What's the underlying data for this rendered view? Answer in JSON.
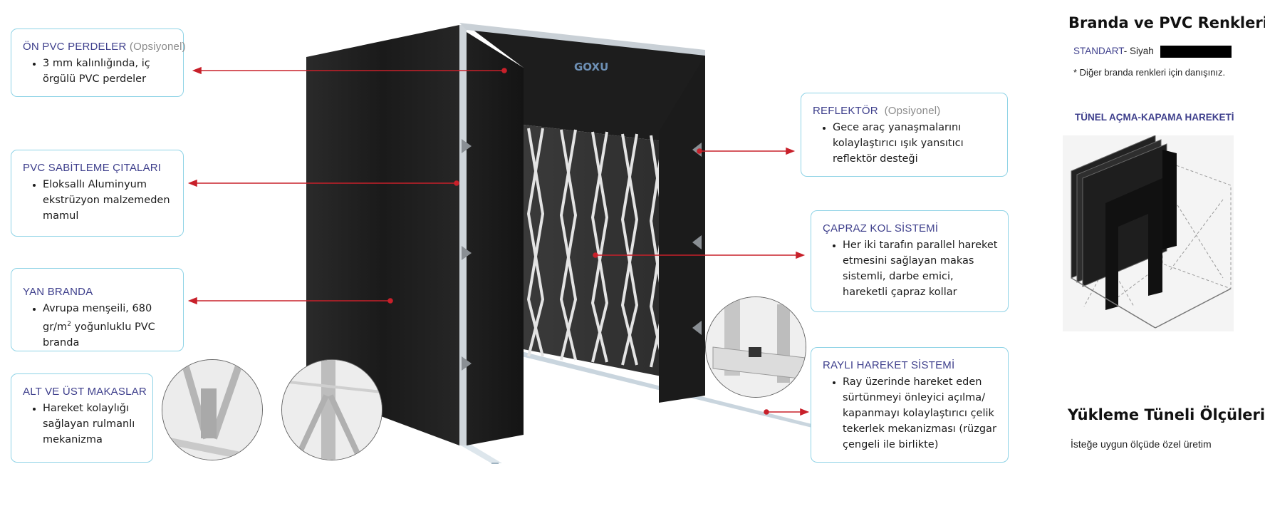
{
  "cards": {
    "on_pvc": {
      "title": "ÖN PVC PERDELER",
      "optional": "(Opsiyonel)",
      "items": [
        "3 mm kalınlığında, iç örgülü PVC perdeler"
      ]
    },
    "pvc_sabitleme": {
      "title": "PVC SABİTLEME ÇITALARI",
      "items": [
        "Eloksallı Aluminyum ekstrüzyon malzemeden mamul"
      ]
    },
    "yan_branda": {
      "title": "YAN BRANDA",
      "item_text": "Avrupa menşeili, 680 gr/m",
      "item_sup": "2",
      "item_text_end": " yoğunluklu PVC branda"
    },
    "makaslar": {
      "title": "ALT VE ÜST MAKASLAR",
      "items": [
        "Hareket kolaylığı sağlayan rulmanlı mekanizma"
      ]
    },
    "reflektor": {
      "title": "REFLEKTÖR",
      "optional": "(Opsiyonel)",
      "items": [
        "Gece araç yanaşmalarını kolaylaştırıcı ışık yansıtıcı reflektör desteği"
      ]
    },
    "capraz": {
      "title": "ÇAPRAZ KOL SİSTEMİ",
      "items": [
        "Her iki tarafın parallel hareket etmesini sağlayan makas sistemli, darbe emici, hareketli çapraz kollar"
      ]
    },
    "rayli": {
      "title": "RAYLI HAREKET SİSTEMİ",
      "items": [
        "Ray üzerinde hareket eden sürtünmeyi önleyici açılma/ kapanmayı kolaylaştırıcı çelik tekerlek mekanizması (rüzgar çengeli ile birlikte)"
      ]
    }
  },
  "product": {
    "logo": "GOXU"
  },
  "sidebar": {
    "colors_heading": "Branda ve PVC Renkleri",
    "standard_label": "STANDART",
    "standard_value": "- Siyah",
    "swatch_color": "#000000",
    "note": "* Diğer branda renkleri için danışınız.",
    "motion_heading": "TÜNEL AÇMA-KAPAMA HAREKETİ",
    "dimensions_heading": "Yükleme Tüneli Ölçüleri",
    "dimensions_note": "İsteğe uygun ölçüde özel üretim"
  },
  "colors": {
    "accent": "#3e3f8c",
    "card_border": "#8fd3e6",
    "arrow": "#c8202a"
  }
}
